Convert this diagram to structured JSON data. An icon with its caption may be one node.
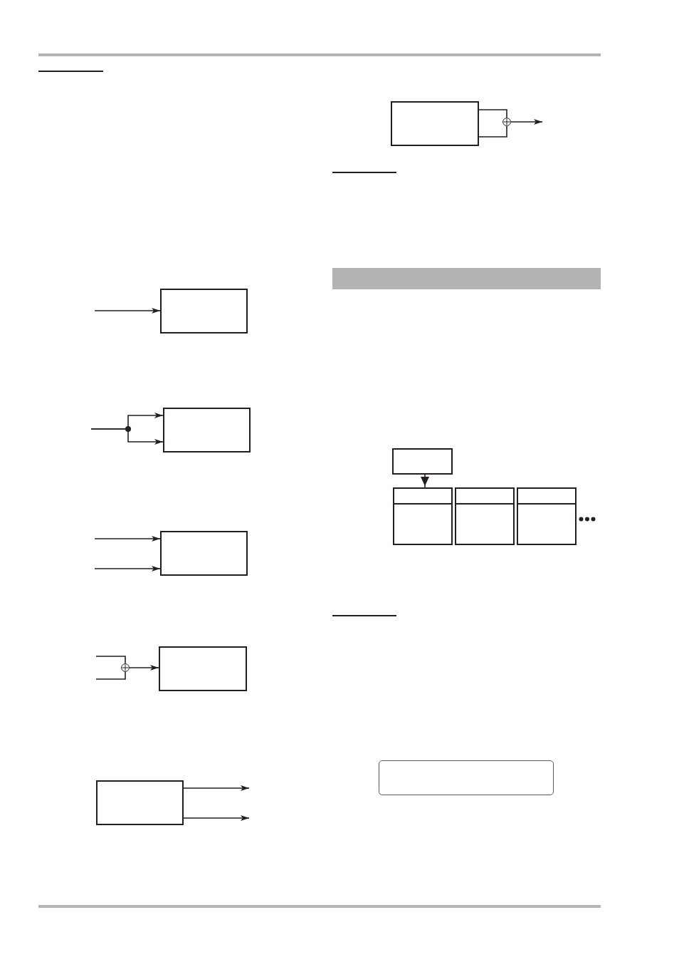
{
  "diagram": {
    "nodes": [
      {
        "text": [],
        "shape": "box"
      },
      {
        "text": [],
        "shape": "box"
      },
      {
        "text": [],
        "shape": "box"
      },
      {
        "text": [],
        "shape": "circle"
      },
      {
        "text": [],
        "shape": "box"
      },
      {
        "text": [],
        "shape": "box"
      },
      {
        "text": [],
        "shape": "box"
      },
      {
        "text": [],
        "shape": "circle"
      },
      {
        "text": [],
        "shape": "bar"
      },
      {
        "text": [],
        "shape": "box"
      },
      {
        "text": [],
        "shape": "box"
      },
      {
        "text": [],
        "shape": "box"
      },
      {
        "text": [],
        "shape": "box"
      },
      {
        "text": [],
        "shape": "box"
      }
    ],
    "edges": [
      {
        "from": null,
        "to": 0,
        "arrow": "to"
      },
      {
        "from": null,
        "to": 1,
        "arrow": "to"
      },
      {
        "from": null,
        "to": 1,
        "arrow": "to"
      },
      {
        "from": null,
        "to": 2,
        "arrow": "to"
      },
      {
        "from": null,
        "to": 2,
        "arrow": "to"
      },
      {
        "from": null,
        "to": 3,
        "arrow": "none"
      },
      {
        "from": null,
        "to": 3,
        "arrow": "none"
      },
      {
        "from": 3,
        "to": 4,
        "arrow": "to"
      },
      {
        "from": 5,
        "to": null,
        "arrow": "to"
      },
      {
        "from": 5,
        "to": null,
        "arrow": "to"
      },
      {
        "from": 6,
        "to": 7,
        "arrow": "none"
      },
      {
        "from": 6,
        "to": 7,
        "arrow": "none"
      },
      {
        "from": 7,
        "to": null,
        "arrow": "to"
      },
      {
        "from": 9,
        "to": 10,
        "arrow": "to"
      }
    ]
  }
}
